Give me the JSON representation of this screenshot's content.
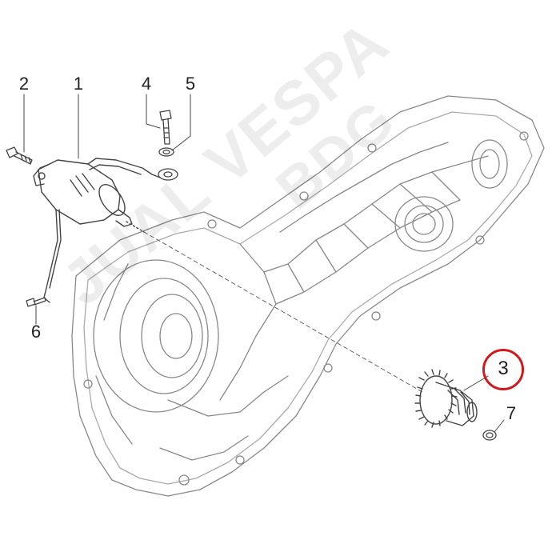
{
  "callouts": {
    "p1": "1",
    "p2": "2",
    "p3": "3",
    "p4": "4",
    "p5": "5",
    "p6": "6",
    "p7": "7"
  },
  "watermark": {
    "line1": "JUAL VESPA",
    "line2": "BDG"
  },
  "colors": {
    "outline": "#555555",
    "highlight_ring": "#d0191d",
    "watermark": "#e9e9e9"
  }
}
